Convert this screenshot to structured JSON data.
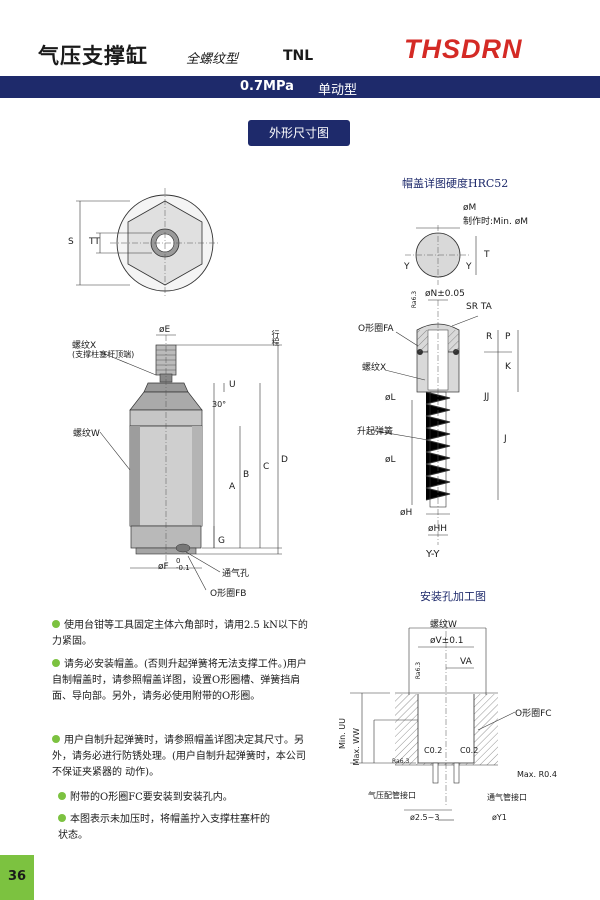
{
  "header": {
    "title": "气压支撑缸",
    "subtitle": "全螺纹型",
    "model": "TNL",
    "logo": "THSDRN"
  },
  "bar": {
    "pressure": "0.7MPa",
    "type": "单动型"
  },
  "section_button": "外形尺寸图",
  "colors": {
    "navy": "#1e2a6b",
    "brand_red": "#d42a25",
    "accent_green": "#7cc240"
  },
  "main_drawing": {
    "labels": {
      "s": "S",
      "tt": "TT",
      "oe": "øE",
      "stroke": "行程",
      "thread_x": "螺纹X",
      "thread_x_note": "(支撑柱塞杆顶端)",
      "thread_w": "螺纹W",
      "u": "U",
      "angle": "30°",
      "a": "A",
      "b": "B",
      "c": "C",
      "d": "D",
      "g": "G",
      "of": "øF",
      "tol": "0\n-0.1",
      "air": "通气孔",
      "oring_fb": "O形圈FB"
    }
  },
  "cap_detail": {
    "title": "帽盖详图硬度HRC52",
    "labels": {
      "om": "øM",
      "make": "制作时:Min. øM",
      "y1": "Y",
      "y2": "Y",
      "t": "T",
      "on": "øN±0.05",
      "ra": "Ra6.3",
      "srta": "SR TA",
      "oring_fa": "O形圈FA",
      "r": "R",
      "p": "P",
      "thread_x": "螺纹X",
      "k": "K",
      "ol1": "øL",
      "jj": "JJ",
      "spring": "升起弹簧",
      "j": "J",
      "ol2": "øL",
      "oh": "øH",
      "ohh": "øHH",
      "yy": "Y-Y"
    }
  },
  "hole_detail": {
    "title": "安装孔加工图",
    "labels": {
      "thread_w": "螺纹W",
      "ov": "øV±0.1",
      "va": "VA",
      "ra": "Ra6.3",
      "oring_fc": "O形圈FC",
      "min_uu": "Min. UU",
      "max_ww": "Max. WW",
      "c02a": "C0.2",
      "c02b": "C0.2",
      "ra2": "Ra6.3",
      "max_r": "Max. R0.4",
      "air_in": "气压配管接口",
      "vent": "通气管接口",
      "o25": "ø2.5~3",
      "oy1": "øY1"
    }
  },
  "notes": [
    "使用台钳等工具固定主体六角部时，请用2.5 kN以下的力紧固。",
    "请务必安装帽盖。(否则升起弹簧将无法支撑工件。)用户自制帽盖时，请参照帽盖详图，设置O形圈槽、弹簧挡肩面、导向部。另外，请务必使用附带的O形圈。",
    "用户自制升起弹簧时，请参照帽盖详图决定其尺寸。另外，请务必进行防锈处理。(用户自制升起弹簧时，本公司不保证夹紧器的 动作)。",
    "附带的O形圈FC要安装到安装孔内。",
    "本图表示未加压时，将帽盖拧入支撑柱塞杆的状态。"
  ],
  "page_number": "36"
}
